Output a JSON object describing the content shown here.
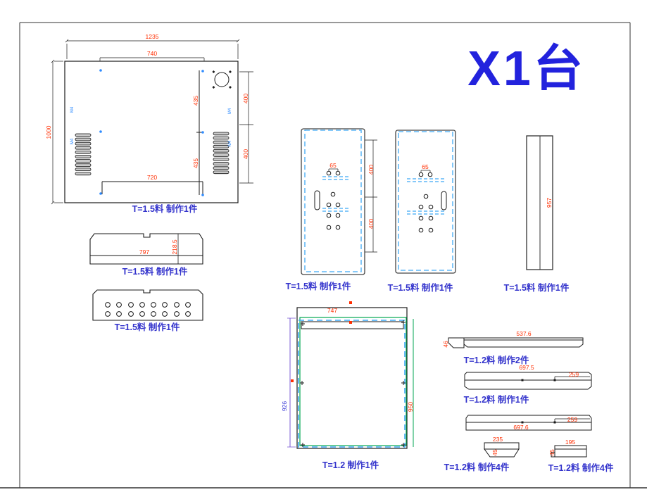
{
  "title": "X1台",
  "colors": {
    "dimension_text": "#ff2d00",
    "part_label": "#3333cc",
    "dashed_line": "#3fa9f5",
    "green_line": "#00a651",
    "outline": "#1a1a1a",
    "blue_dim": "#3a3ad6"
  },
  "parts": {
    "back_panel": {
      "label": "T=1.5料 制作1件",
      "dim_total_width": "1235",
      "dim_top_width": "740",
      "dim_height": "1000",
      "dim_inner_upper": "435",
      "dim_inner_lower": "435",
      "dim_right_upper": "400",
      "dim_right_lower": "400",
      "dim_bottom_width": "720",
      "thread_mark": "M4"
    },
    "tray": {
      "label": "T=1.5料 制作1件",
      "dim_width": "797",
      "dim_height": "218.5"
    },
    "hole_plate": {
      "label": "T=1.5料 制作1件"
    },
    "side_panel_left": {
      "label": "T=1.5料 制作1件",
      "dim_hole_pitch": "65",
      "dim_upper": "400",
      "dim_lower": "400"
    },
    "side_panel_right": {
      "label": "T=1.5料 制作1件",
      "dim_hole_pitch": "65"
    },
    "column": {
      "label": "T=1.5料 制作1件",
      "dim_height": "957"
    },
    "door_panel": {
      "label": "T=1.2 制作1件",
      "dim_width": "747",
      "dim_height_left": "926",
      "dim_height_right": "950"
    },
    "strip_2pc": {
      "label": "T=1.2料 制作2件",
      "dim_length": "537.6",
      "dim_height": "46"
    },
    "strip_1pc": {
      "label": "T=1.2料 制作1件",
      "dim_length": "697.5",
      "dim_step": "259"
    },
    "strip_plain": {
      "dim_length": "697.6",
      "dim_step": "259"
    },
    "bracket_4pc": {
      "label": "T=1.2料 制作4件",
      "dim_width": "235",
      "dim_height": "45"
    },
    "plate_4pc": {
      "label": "T=1.2料 制作4件",
      "dim_width": "195",
      "dim_height": "45"
    }
  }
}
